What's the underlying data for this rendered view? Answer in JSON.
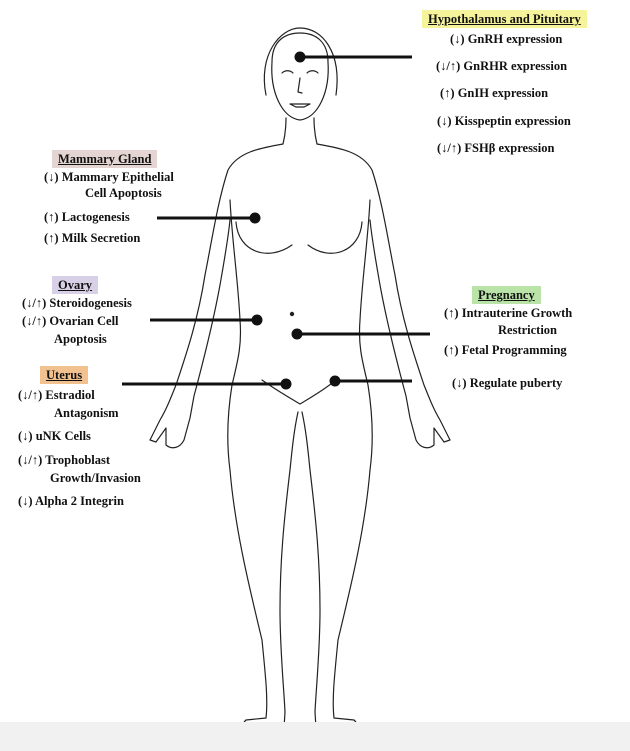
{
  "colors": {
    "hypothalamus_header_bg": "#f6f49a",
    "mammary_header_bg": "#e4d4d2",
    "ovary_header_bg": "#d8d0e6",
    "uterus_header_bg": "#f1c18f",
    "pregnancy_header_bg": "#b9e3a7",
    "outline": "#222222"
  },
  "hypothalamus": {
    "header": "Hypothalamus and Pituitary",
    "items": [
      "(↓) GnRH expression",
      "(↓/↑) GnRHR expression",
      "(↑) GnIH expression",
      "(↓) Kisspeptin expression",
      "(↓/↑) FSHβ expression"
    ]
  },
  "mammary": {
    "header": "Mammary Gland",
    "item1_line1": "(↓) Mammary Epithelial",
    "item1_line2": "Cell Apoptosis",
    "item2": "(↑) Lactogenesis",
    "item3": "(↑) Milk Secretion"
  },
  "ovary": {
    "header": "Ovary",
    "item1": "(↓/↑) Steroidogenesis",
    "item2_line1": "(↓/↑) Ovarian Cell",
    "item2_line2": "Apoptosis"
  },
  "uterus": {
    "header": "Uterus",
    "item1_line1": "(↓/↑) Estradiol",
    "item1_line2": "Antagonism",
    "item2": "(↓) uNK Cells",
    "item3_line1": "(↓/↑) Trophoblast",
    "item3_line2": "Growth/Invasion",
    "item4": "(↓) Alpha 2 Integrin"
  },
  "pregnancy": {
    "header": "Pregnancy",
    "item1_line1": "(↑) Intrauterine Growth",
    "item1_line2": "Restriction",
    "item2": "(↑) Fetal Programming",
    "item3": "(↓) Regulate puberty"
  }
}
